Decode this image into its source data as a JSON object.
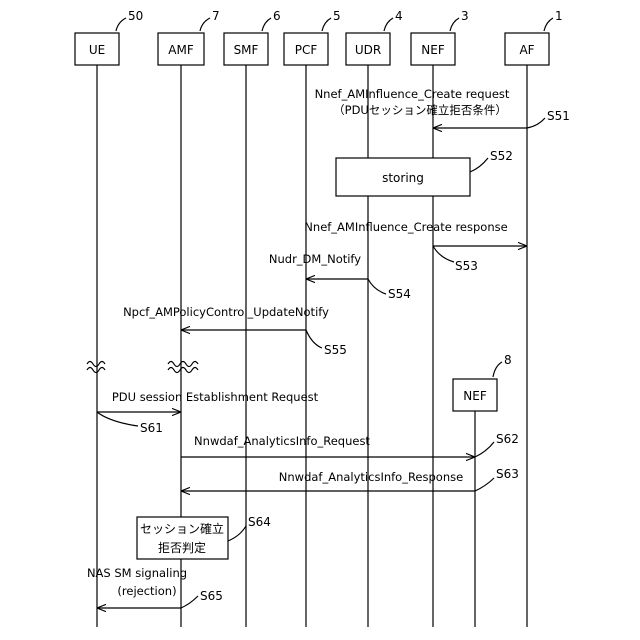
{
  "entities": [
    {
      "name": "UE",
      "ref": "50"
    },
    {
      "name": "AMF",
      "ref": "7"
    },
    {
      "name": "SMF",
      "ref": "6"
    },
    {
      "name": "PCF",
      "ref": "5"
    },
    {
      "name": "UDR",
      "ref": "4"
    },
    {
      "name": "NEF",
      "ref": "3"
    },
    {
      "name": "AF",
      "ref": "1"
    }
  ],
  "nef2": {
    "name": "NEF",
    "ref": "8"
  },
  "messages": {
    "m51": {
      "line1": "Nnef_AMInfluence_Create request",
      "line2": "（PDUセッション確立拒否条件）",
      "step": "S51"
    },
    "m52": {
      "label": "storing",
      "step": "S52"
    },
    "m53": {
      "label": "Nnef_AMInfluence_Create response",
      "step": "S53"
    },
    "m54": {
      "label": "Nudr_DM_Notify",
      "step": "S54"
    },
    "m55": {
      "label": "Npcf_AMPolicyControl_UpdateNotify",
      "step": "S55"
    },
    "m61": {
      "label": "PDU session Establishment Request",
      "step": "S61"
    },
    "m62": {
      "label": "Nnwdaf_AnalyticsInfo_Request",
      "step": "S62"
    },
    "m63": {
      "label": "Nnwdaf_AnalyticsInfo_Response",
      "step": "S63"
    },
    "m64": {
      "line1": "セッション確立",
      "line2": "拒否判定",
      "step": "S64"
    },
    "m65": {
      "line1": "NAS SM signaling",
      "line2": "(rejection)",
      "step": "S65"
    }
  }
}
